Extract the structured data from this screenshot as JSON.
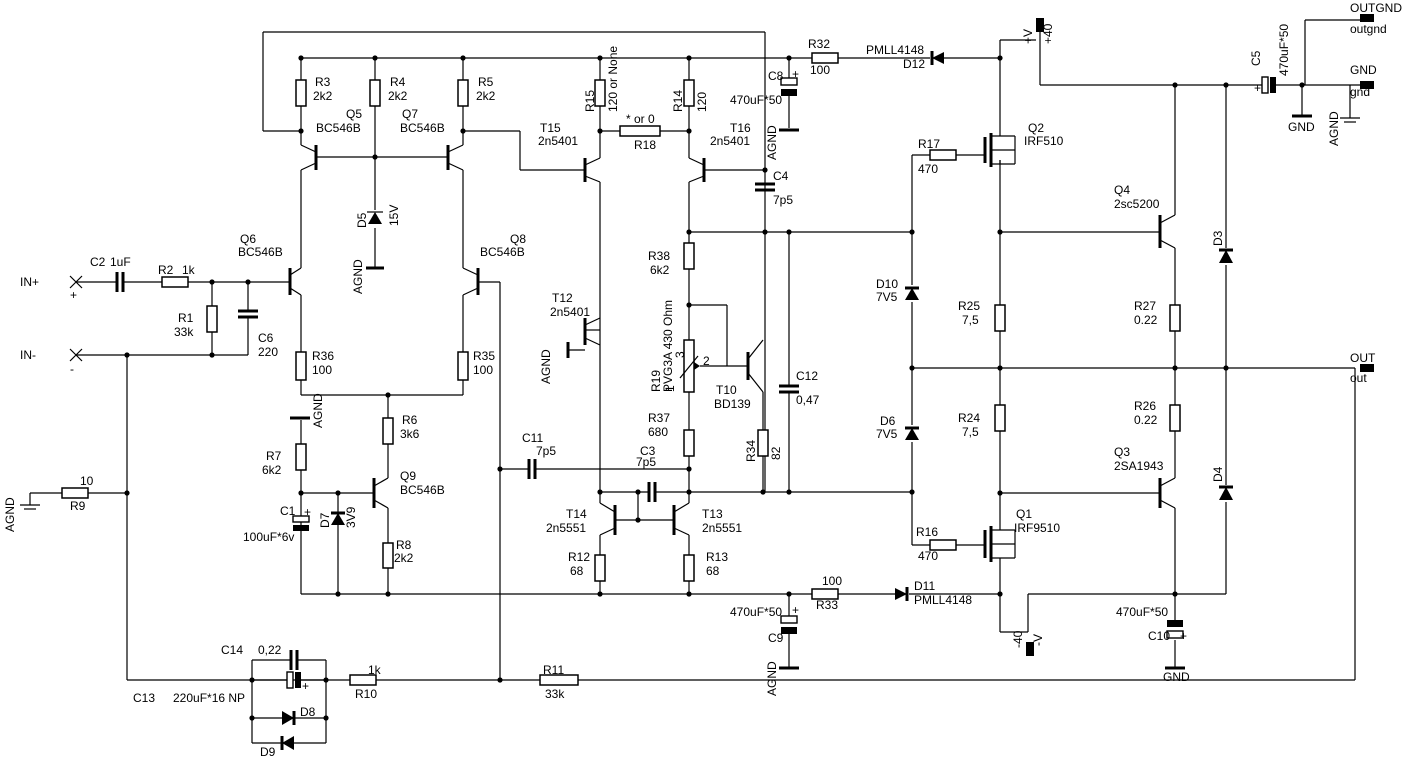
{
  "inputs": {
    "in_plus": "IN+",
    "in_plus_sign": "+",
    "in_minus": "IN-",
    "in_minus_sign": "-"
  },
  "power": {
    "pos_rail": "+V",
    "pos_value": "+40",
    "neg_rail": "-V",
    "neg_value": "-40",
    "outgnd_label": "OUTGND",
    "outgnd_net": "outgnd",
    "gnd_label": "GND",
    "gnd_net": "gnd",
    "gnd_symbol_1": "GND",
    "gnd_symbol_2": "GND",
    "out_label": "OUT",
    "out_net": "out",
    "agnd": "AGND"
  },
  "resistors": {
    "R1": "R1",
    "R1_v": "33k",
    "R2": "R2",
    "R2_v": "1k",
    "R3": "R3",
    "R3_v": "2k2",
    "R4": "R4",
    "R4_v": "2k2",
    "R5": "R5",
    "R5_v": "2k2",
    "R6": "R6",
    "R6_v": "3k6",
    "R7": "R7",
    "R7_v": "6k2",
    "R8": "R8",
    "R8_v": "2k2",
    "R9": "R9",
    "R9_v": "10",
    "R10": "R10",
    "R10_v": "1k",
    "R11": "R11",
    "R11_v": "33k",
    "R12": "R12",
    "R12_v": "68",
    "R13": "R13",
    "R13_v": "68",
    "R14": "R14",
    "R14_v": "120",
    "R15": "R15",
    "R15_v": "120 or None",
    "R16": "R16",
    "R16_v": "470",
    "R17": "R17",
    "R17_v": "470",
    "R18": "R18",
    "R18_v": "* or 0",
    "R19": "R19",
    "R19_v": "PVG3A 430 Ohm",
    "R24": "R24",
    "R24_v": "7,5",
    "R25": "R25",
    "R25_v": "7,5",
    "R26": "R26",
    "R26_v": "0.22",
    "R27": "R27",
    "R27_v": "0.22",
    "R32": "R32",
    "R32_v": "100",
    "R33": "R33",
    "R33_v": "100",
    "R34": "R34",
    "R34_v": "82",
    "R35": "R35",
    "R35_v": "100",
    "R36": "R36",
    "R36_v": "100",
    "R37": "R37",
    "R37_v": "680",
    "R38": "R38",
    "R38_v": "6k2"
  },
  "capacitors": {
    "C1": "C1",
    "C1_v": "100uF*6v",
    "C2": "C2",
    "C2_v": "1uF",
    "C3": "C3",
    "C3_v": "7p5",
    "C4": "C4",
    "C4_v": "7p5",
    "C5": "C5",
    "C5_v": "470uF*50",
    "C6": "C6",
    "C6_v": "220",
    "C8": "C8",
    "C8_v": "470uF*50",
    "C9": "C9",
    "C9_v": "470uF*50",
    "C10": "C10",
    "C10_v": "470uF*50",
    "C11": "C11",
    "C11_v": "7p5",
    "C12": "C12",
    "C12_v": "0,47",
    "C13": "C13",
    "C13_v": "220uF*16 NP",
    "C14": "C14",
    "C14_v": "0,22"
  },
  "diodes": {
    "D3": "D3",
    "D4": "D4",
    "D5": "D5",
    "D5_v": "15V",
    "D6": "D6",
    "D6_v": "7V5",
    "D7": "D7",
    "D7_v": "3V9",
    "D8": "D8",
    "D9": "D9",
    "D10": "D10",
    "D10_v": "7V5",
    "D11": "D11",
    "D11_v": "PMLL4148",
    "D12": "D12",
    "D12_v": "PMLL4148"
  },
  "transistors": {
    "Q1": "Q1",
    "Q1_v": "IRF9510",
    "Q2": "Q2",
    "Q2_v": "IRF510",
    "Q3": "Q3",
    "Q3_v": "2SA1943",
    "Q4": "Q4",
    "Q4_v": "2sc5200",
    "Q5": "Q5",
    "Q5_v": "BC546B",
    "Q6": "Q6",
    "Q6_v": "BC546B",
    "Q7": "Q7",
    "Q7_v": "BC546B",
    "Q8": "Q8",
    "Q8_v": "BC546B",
    "Q9": "Q9",
    "Q9_v": "BC546B",
    "T10": "T10",
    "T10_v": "BD139",
    "T12": "T12",
    "T12_v": "2n5401",
    "T13": "T13",
    "T13_v": "2n5551",
    "T14": "T14",
    "T14_v": "2n5551",
    "T15": "T15",
    "T15_v": "2n5401",
    "T16": "T16",
    "T16_v": "2n5401"
  },
  "pins": {
    "p1": "1",
    "p2": "2",
    "p3": "3"
  }
}
